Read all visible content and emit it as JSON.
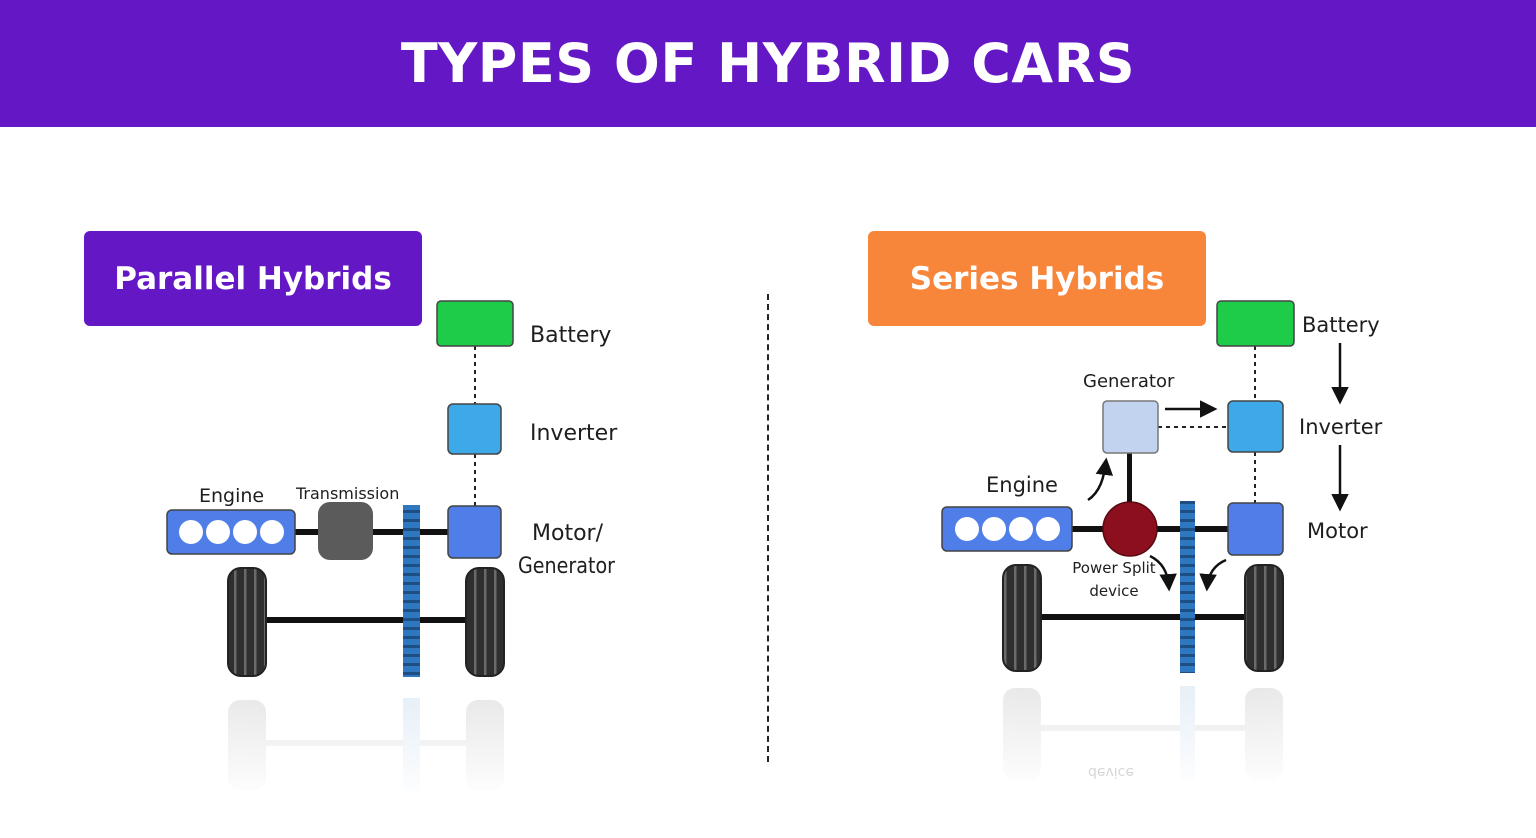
{
  "header": {
    "title": "TYPES OF HYBRID CARS"
  },
  "parallel": {
    "label": "Parallel Hybrids",
    "battery": "Battery",
    "inverter": "Inverter",
    "engine": "Engine",
    "transmission": "Transmission",
    "motor_line1": "Motor/",
    "motor_line2": "Generator"
  },
  "series": {
    "label": "Series Hybrids",
    "battery": "Battery",
    "generator": "Generator",
    "inverter": "Inverter",
    "engine": "Engine",
    "motor": "Motor",
    "power_split_line1": "Power Split",
    "power_split_line2": "device",
    "reflection_text": "device"
  },
  "colors": {
    "header": "#6417c4",
    "parallel_label": "#6417c4",
    "series_label": "#f8863a",
    "battery": "#1fcc4a",
    "inverter": "#3ea9e8",
    "motor": "#4f7ee8",
    "engine": "#4f7ee8",
    "generator": "#c2d3f0",
    "transmission": "#5b5b5b",
    "power_split": "#8c0f1e",
    "gear": "#2f78c0",
    "wheel": "#3a3a3a"
  },
  "icons": [
    "arrow-right-icon",
    "arrow-down-icon",
    "arrow-up-curved-icon",
    "arrow-down-curved-icon"
  ]
}
